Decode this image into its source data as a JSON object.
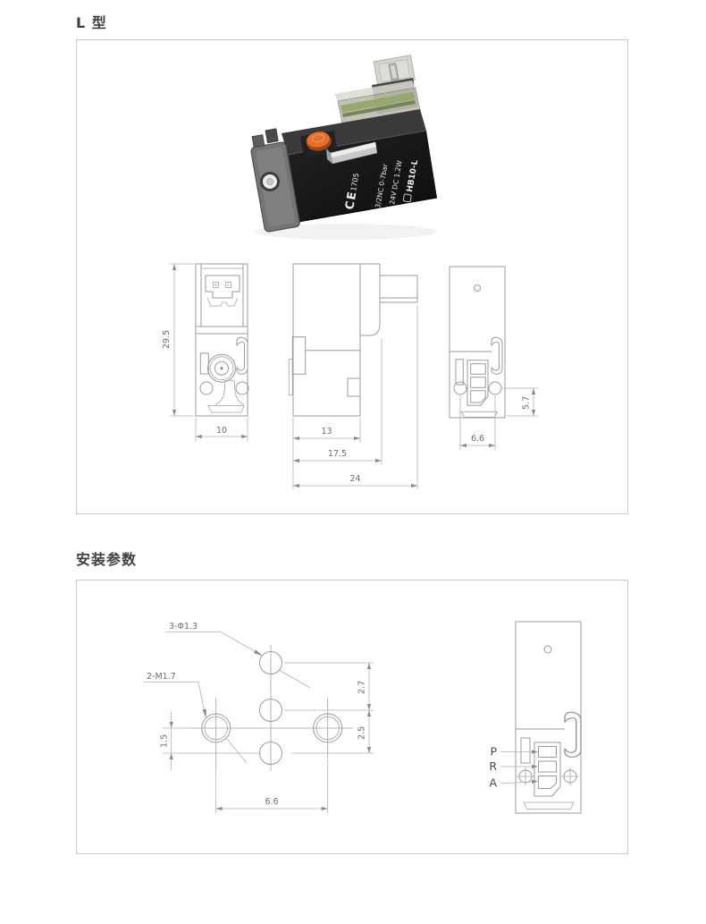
{
  "page": {
    "section1_title": "L 型",
    "section2_title": "安装参数"
  },
  "product_photo": {
    "model": "HB10-L",
    "spec_voltage": "24V DC 1.2W",
    "spec_function": "3/2NC 0-7bar",
    "ce_mark": "CE",
    "ce_number": "1705",
    "button_color": "#e5702e"
  },
  "dimension_drawings": {
    "front_view": {
      "height": "29.5",
      "width": "10"
    },
    "side_view": {
      "body_width": "13",
      "mid_width": "17.5",
      "total_width": "24"
    },
    "back_view": {
      "port_offset": "5.7",
      "hole_spacing": "6.6"
    }
  },
  "mounting_drawing": {
    "holes_label": "3-Φ1.3",
    "threads_label": "2-M1.7",
    "dim_top": "2.7",
    "dim_right": "2.5",
    "dim_left": "1.5",
    "dim_bottom": "6.6"
  },
  "port_labels": {
    "p": "P",
    "r": "R",
    "a": "A"
  },
  "colors": {
    "line": "#9b9b9b",
    "dim_text": "#6e6e6e",
    "panel_border": "#c9c9c9",
    "accent_orange": "#e5702e"
  }
}
